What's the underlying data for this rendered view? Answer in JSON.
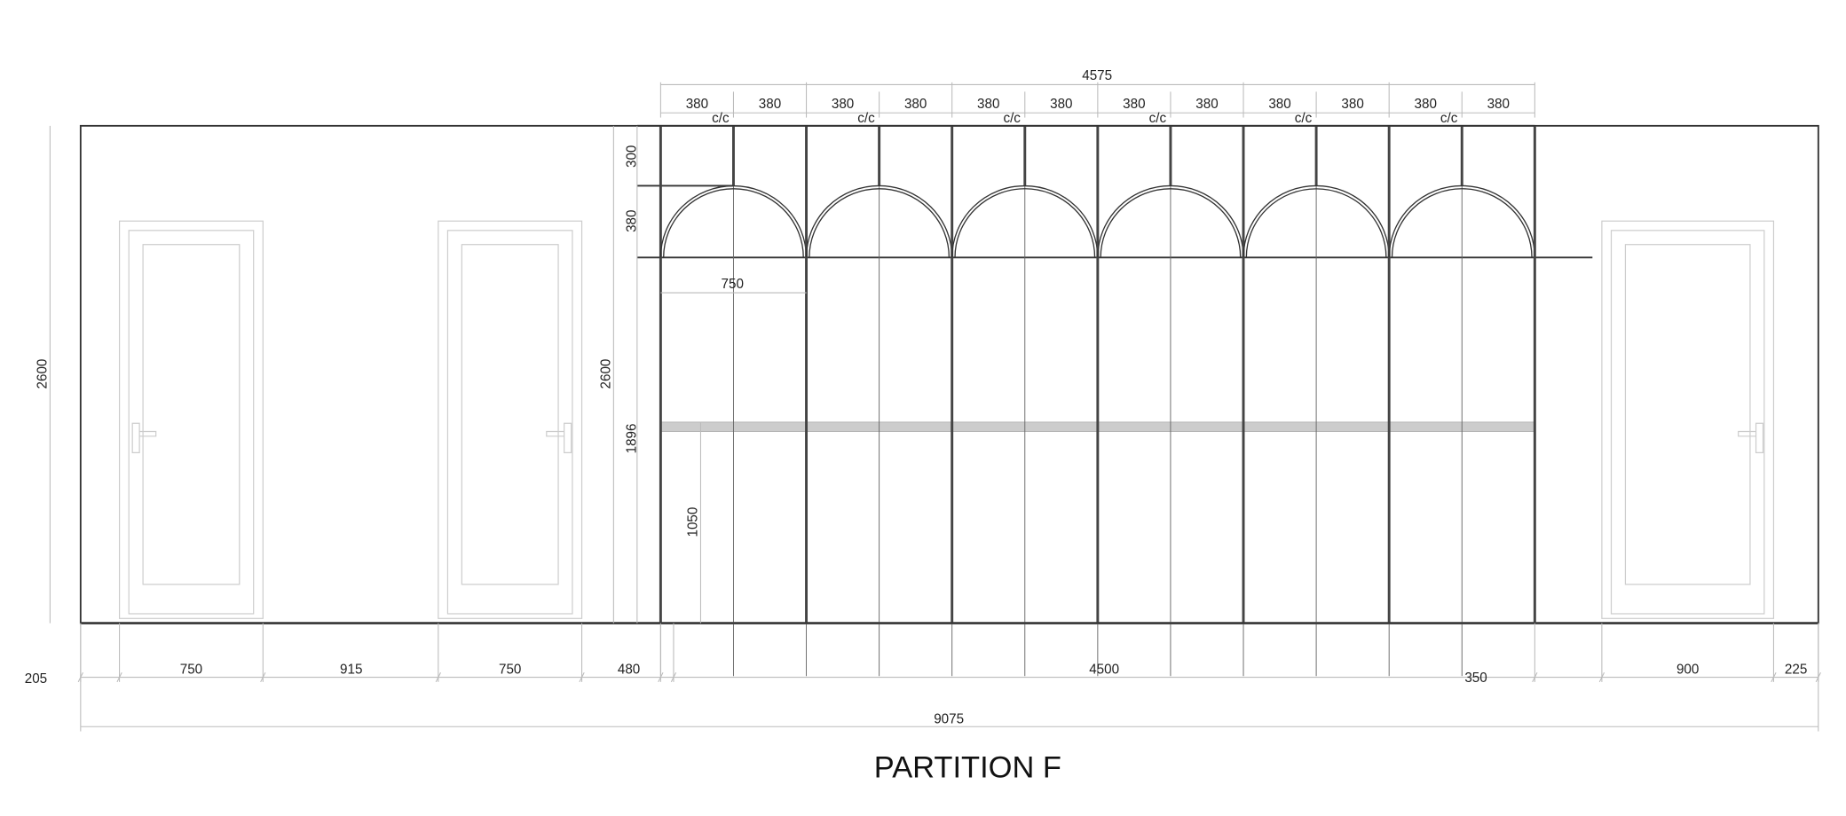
{
  "title": "PARTITION F",
  "dimensions": {
    "overall_width": "9075",
    "wall_height_left": "2600",
    "wall_height_partition": "2600",
    "partition_width": "4575",
    "module_widths": [
      "380",
      "380",
      "380",
      "380",
      "380",
      "380",
      "380",
      "380",
      "380",
      "380",
      "380",
      "380"
    ],
    "cc_labels": [
      "c/c",
      "c/c",
      "c/c",
      "c/c",
      "c/c",
      "c/c"
    ],
    "top_gap": "300",
    "arch_height": "380",
    "bay_width": "750",
    "shelf_height": "1896",
    "rail_height": "1050",
    "bottom": {
      "left_offset": "205",
      "door1": "750",
      "gap1": "915",
      "door2": "750",
      "gap2": "480",
      "partition": "4500",
      "gap3": "350",
      "door3": "900",
      "right_offset": "225"
    }
  }
}
